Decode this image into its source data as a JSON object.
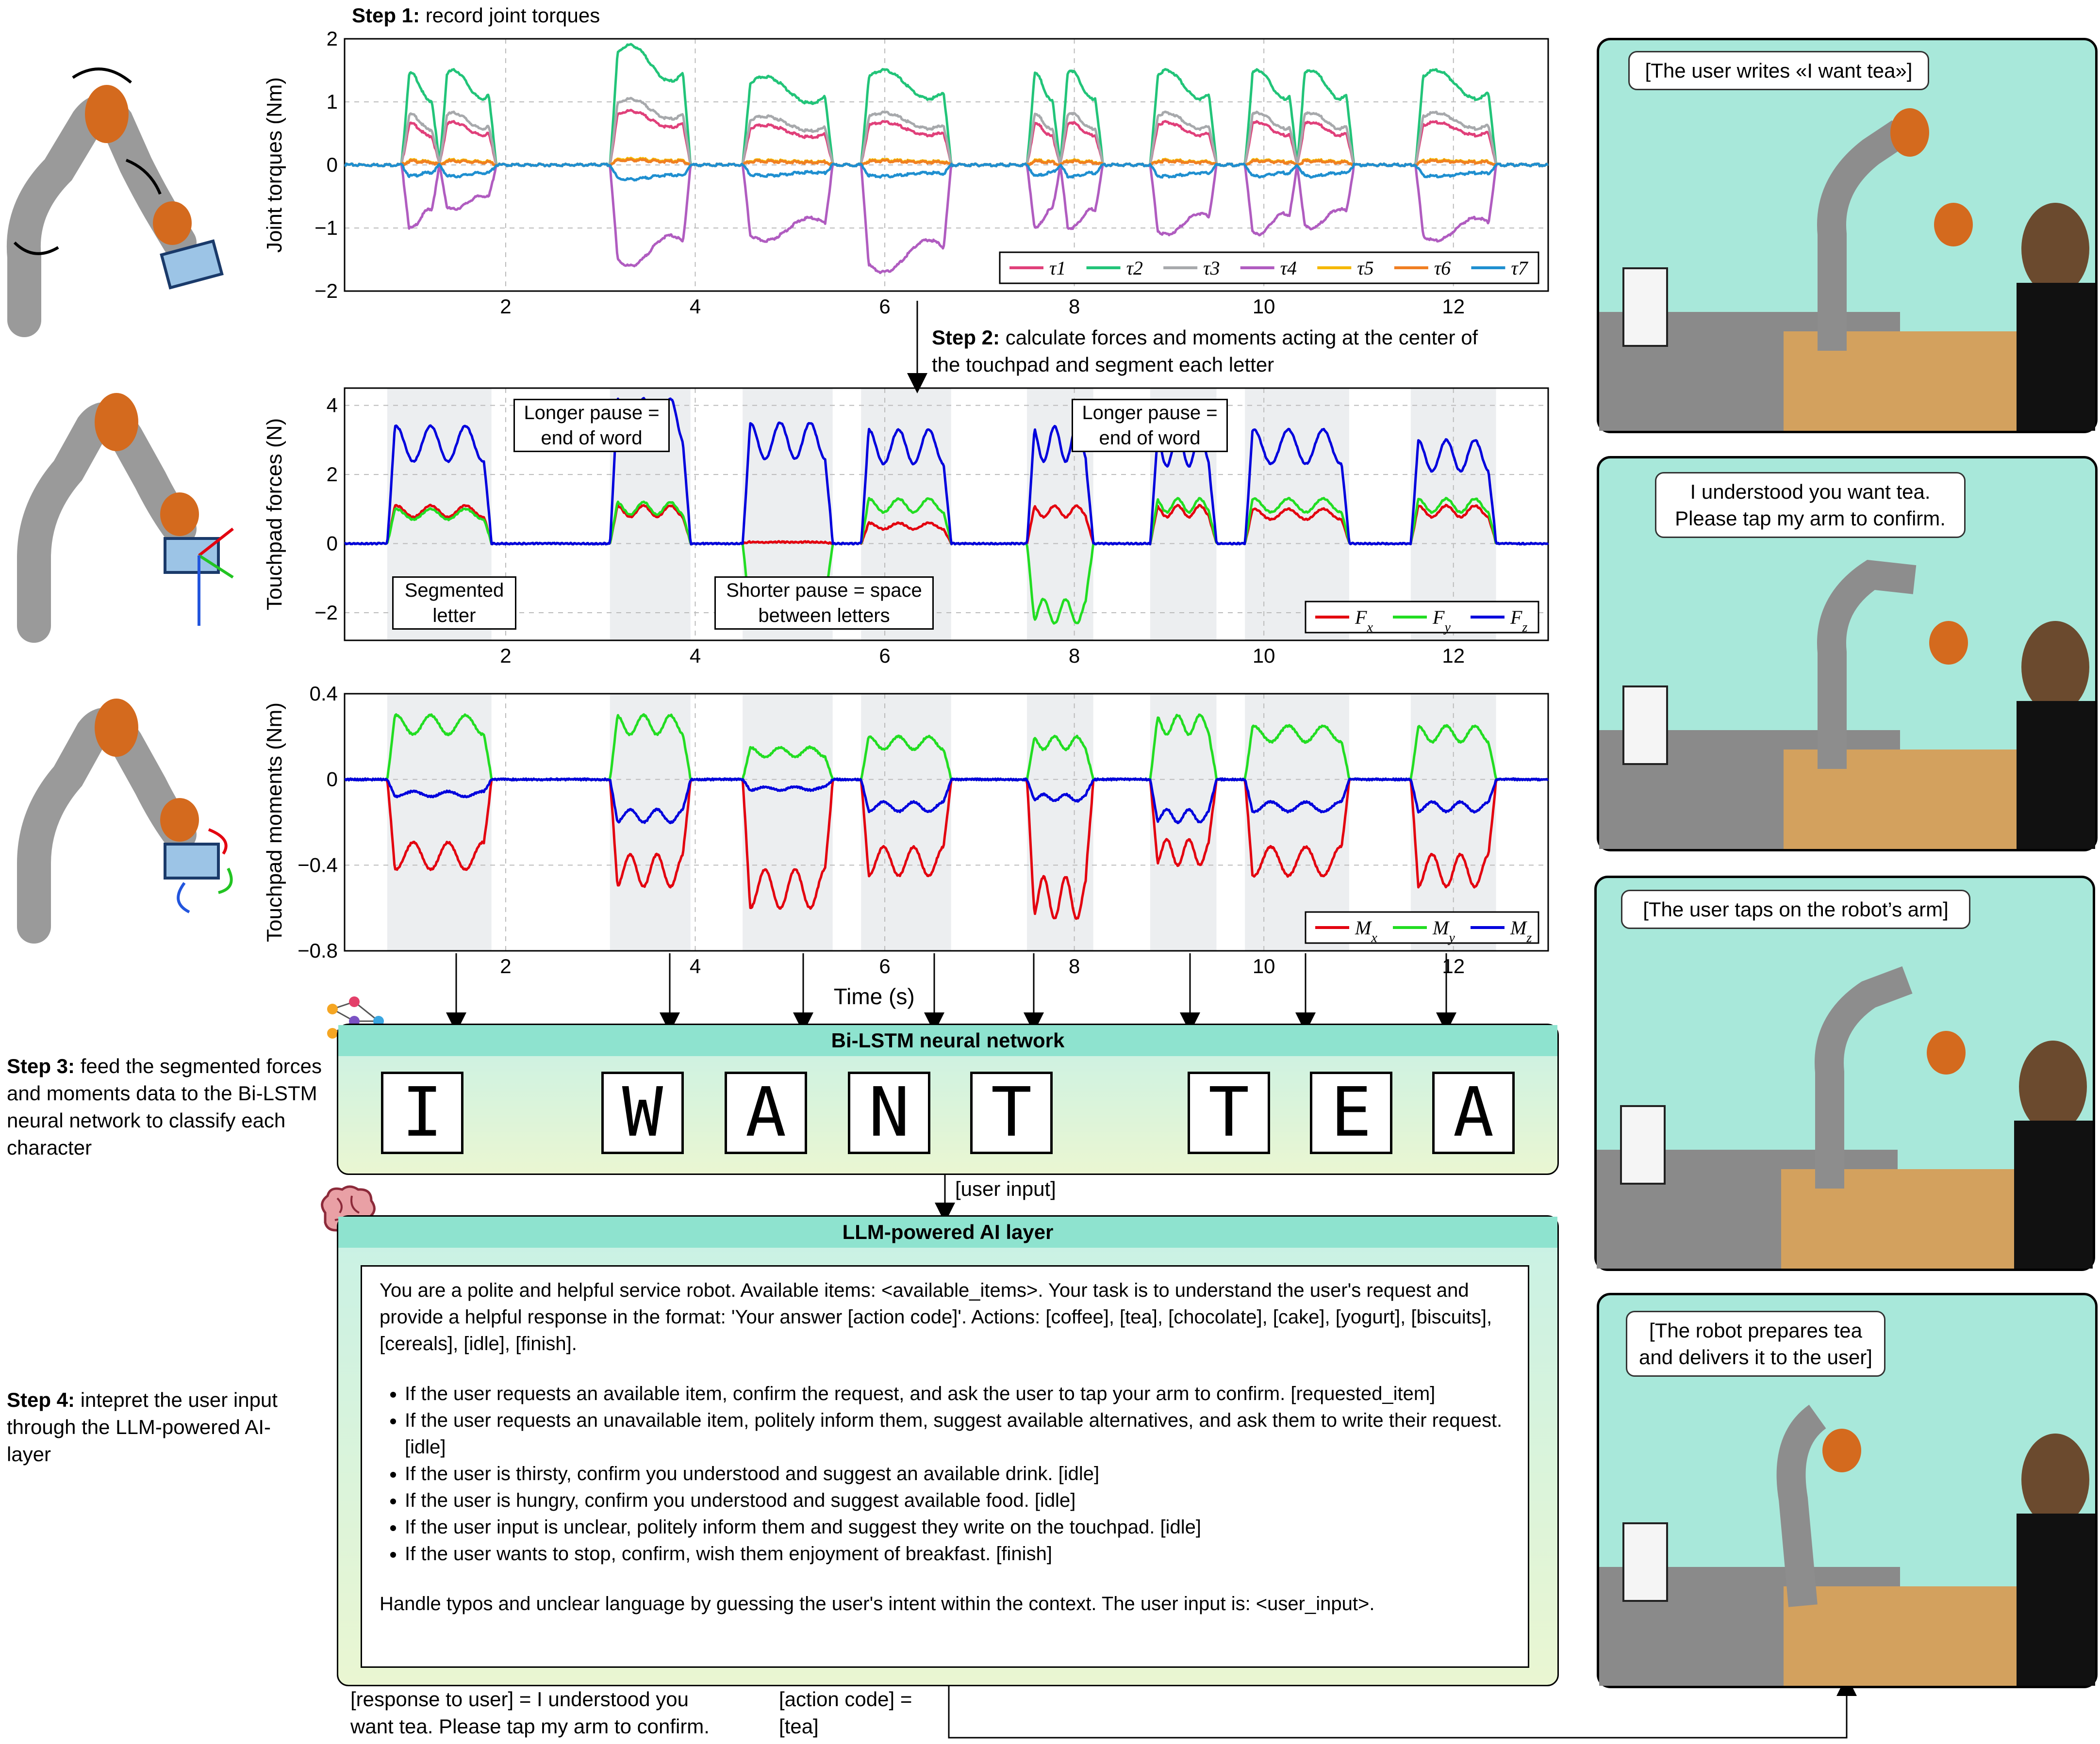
{
  "steps": {
    "step1_bold": "Step 1:",
    "step1_text": " record joint torques",
    "step2_bold": "Step 2:",
    "step2_text": " calculate forces and moments acting at the center of",
    "step2_text2": "the touchpad and segment each letter",
    "step3_bold": "Step 3:",
    "step3_text": " feed the segmented forces and moments data to the Bi-LSTM neural network to classify each character",
    "step4_bold": "Step 4:",
    "step4_text": " intepret the user input through the LLM-powered AI-layer"
  },
  "colors": {
    "tau1": "#e0407a",
    "tau2": "#22c479",
    "tau3": "#a7a9ac",
    "tau4": "#b05cc0",
    "tau5": "#f5b800",
    "tau6": "#f07f22",
    "tau7": "#1f8fd0",
    "fx": "#e3000f",
    "fy": "#22dd22",
    "fz": "#0000dd",
    "box_header": "#8ee3cf",
    "panel_bg": "#a8e8da",
    "segment_shade": "#eceef0"
  },
  "chart_data": [
    {
      "type": "line",
      "ylabel": "Joint torques (Nm)",
      "xlim": [
        0.3,
        13
      ],
      "ylim": [
        -2,
        2
      ],
      "yticks": [
        "2",
        "1",
        "0",
        "−1",
        "−2"
      ],
      "xticks": [
        "2",
        "4",
        "6",
        "8",
        "10",
        "12"
      ],
      "grid": true,
      "legend_position": "bottom-right",
      "series": [
        {
          "name": "τ1",
          "key": "tau1"
        },
        {
          "name": "τ2",
          "key": "tau2"
        },
        {
          "name": "τ3",
          "key": "tau3"
        },
        {
          "name": "τ4",
          "key": "tau4"
        },
        {
          "name": "τ5",
          "key": "tau5"
        },
        {
          "name": "τ6",
          "key": "tau6"
        },
        {
          "name": "τ7",
          "key": "tau7"
        }
      ],
      "letter_segments": [
        [
          0.9,
          1.3
        ],
        [
          1.3,
          1.9
        ],
        [
          3.1,
          3.95
        ],
        [
          4.5,
          5.45
        ],
        [
          5.75,
          6.7
        ],
        [
          7.5,
          7.85
        ],
        [
          7.85,
          8.3
        ],
        [
          8.8,
          9.5
        ],
        [
          9.8,
          10.35
        ],
        [
          10.35,
          10.95
        ],
        [
          11.6,
          12.45
        ]
      ],
      "peaks": {
        "tau2": [
          1.45,
          1.5,
          1.9,
          1.4,
          1.5,
          1.45,
          1.5,
          1.5,
          1.5,
          1.5,
          1.5
        ],
        "tau4": [
          -1.0,
          -0.7,
          -1.6,
          -1.2,
          -1.7,
          -1.0,
          -1.0,
          -1.1,
          -1.1,
          -1.0,
          -1.2
        ]
      }
    },
    {
      "type": "line",
      "ylabel": "Touchpad forces (N)",
      "xlim": [
        0.3,
        13
      ],
      "ylim": [
        -2.8,
        4.5
      ],
      "yticks": [
        "4",
        "2",
        "0",
        "−2"
      ],
      "xticks": [
        "2",
        "4",
        "6",
        "8",
        "10",
        "12"
      ],
      "grid": true,
      "legend_position": "bottom-right",
      "series": [
        {
          "name": "F",
          "sub": "x",
          "key": "fx"
        },
        {
          "name": "F",
          "sub": "y",
          "key": "fy"
        },
        {
          "name": "F",
          "sub": "z",
          "key": "fz"
        }
      ],
      "shaded_segments": [
        [
          0.75,
          1.85
        ],
        [
          3.1,
          3.95
        ],
        [
          4.5,
          5.45
        ],
        [
          5.75,
          6.7
        ],
        [
          7.5,
          8.2
        ],
        [
          8.8,
          9.5
        ],
        [
          9.8,
          10.9
        ],
        [
          11.55,
          12.45
        ]
      ],
      "peaks_fz": [
        3.4,
        4.2,
        3.5,
        3.3,
        3.4,
        3.2,
        3.3,
        3.0
      ],
      "annotations": {
        "segmented_letter": "Segmented\nletter",
        "longer_pause": "Longer pause =\nend of word",
        "shorter_pause": "Shorter pause = space\nbetween letters"
      }
    },
    {
      "type": "line",
      "ylabel": "Touchpad moments (Nm)",
      "xlabel": "Time (s)",
      "xlim": [
        0.3,
        13
      ],
      "ylim": [
        -0.8,
        0.4
      ],
      "yticks": [
        "0.4",
        "0",
        "−0.4",
        "−0.8"
      ],
      "xticks": [
        "2",
        "4",
        "6",
        "8",
        "10",
        "12"
      ],
      "grid": true,
      "legend_position": "bottom-right",
      "series": [
        {
          "name": "M",
          "sub": "x",
          "key": "fx"
        },
        {
          "name": "M",
          "sub": "y",
          "key": "fy"
        },
        {
          "name": "M",
          "sub": "z",
          "key": "fz"
        }
      ]
    }
  ],
  "bilstm": {
    "title": "Bi-LSTM neural network",
    "characters": [
      "I",
      "W",
      "A",
      "N",
      "T",
      "T",
      "E",
      "A"
    ]
  },
  "user_input_label": "[user input]",
  "llm": {
    "title": "LLM-powered AI layer",
    "intro": "You are a polite and helpful service robot. Available items: <available_items>. Your task is to understand the user's request and provide a helpful response in the format: 'Your answer [action code]'. Actions: [coffee], [tea], [chocolate], [cake], [yogurt], [biscuits], [cereals], [idle], [finish].",
    "rules": [
      "If the user requests an available item, confirm the request, and ask the user to tap your arm to confirm. [requested_item]",
      "If the user requests an unavailable item, politely inform them, suggest available alternatives, and ask them to write their request. [idle]",
      "If the user is thirsty, confirm you understood and suggest an available drink. [idle]",
      "If the user is hungry, confirm you understood and suggest available food. [idle]",
      "If the user input is unclear, politely inform them and suggest they write on the touchpad. [idle]",
      "If the user wants to stop, confirm, wish them enjoyment of breakfast. [finish]"
    ],
    "outro": "Handle typos and unclear language by guessing the user's intent within the context. The user input is: <user_input>."
  },
  "response": {
    "line1": "[response to user] = I understood you",
    "line2": "want tea. Please tap my arm to confirm.",
    "action1": "[action code] =",
    "action2": "[tea]"
  },
  "panels": [
    {
      "caption": "[The user writes «I want tea»]"
    },
    {
      "caption1": "I understood you want tea.",
      "caption2": "Please tap my arm to confirm."
    },
    {
      "caption": "[The user taps on the robot’s arm]"
    },
    {
      "caption1": "[The robot prepares tea",
      "caption2": "and delivers it to the user]"
    }
  ]
}
